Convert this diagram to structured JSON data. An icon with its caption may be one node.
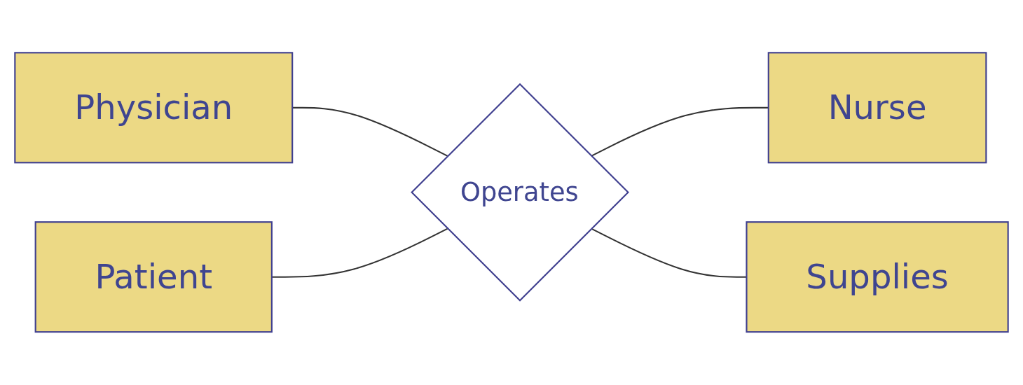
{
  "diagram": {
    "nodes": [
      {
        "text": [
          "Physician"
        ]
      },
      {
        "text": [
          "Patient"
        ]
      },
      {
        "text": [
          "Operates"
        ]
      },
      {
        "text": [
          "Nurse"
        ]
      },
      {
        "text": [
          "Supplies"
        ]
      }
    ],
    "edges": [
      {
        "from": 0,
        "to": 2,
        "arrow": "none"
      },
      {
        "from": 1,
        "to": 2,
        "arrow": "none"
      },
      {
        "from": 2,
        "to": 3,
        "arrow": "none"
      },
      {
        "from": 2,
        "to": 4,
        "arrow": "none"
      }
    ]
  }
}
